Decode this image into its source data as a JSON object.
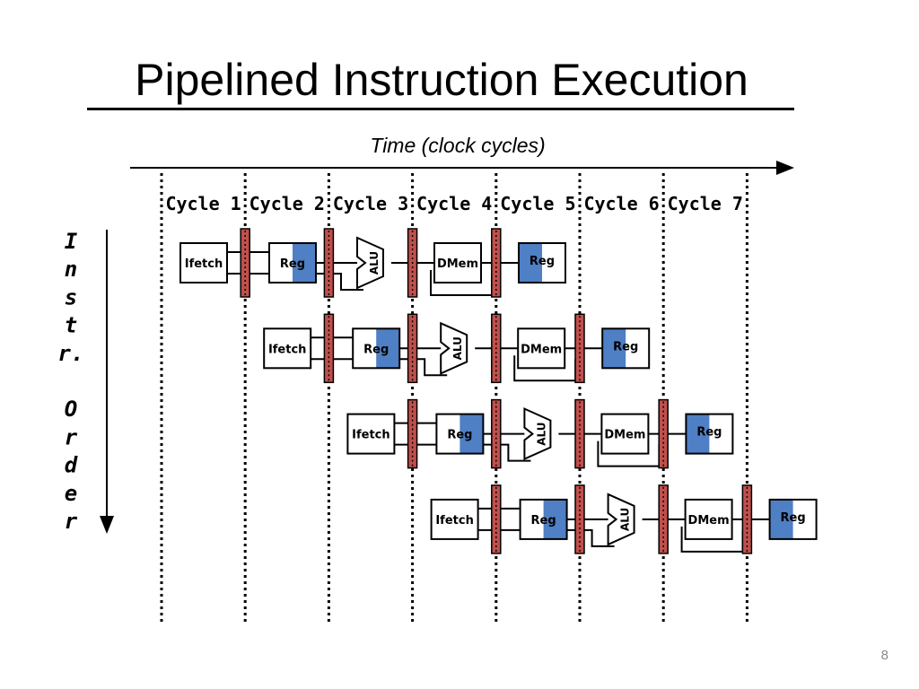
{
  "slide": {
    "title": "Pipelined Instruction Execution",
    "time_axis_label": "Time (clock cycles)",
    "page_number": "8"
  },
  "cycles": [
    "Cycle 1",
    "Cycle 2",
    "Cycle 3",
    "Cycle 4",
    "Cycle 5",
    "Cycle 6",
    "Cycle 7"
  ],
  "order_axis_letters": [
    "I",
    "n",
    "s",
    "t",
    "r.",
    "",
    "O",
    "r",
    "d",
    "e",
    "r"
  ],
  "stage_labels": {
    "fetch": "Ifetch",
    "reg": "Reg",
    "alu": "ALU",
    "mem": "DMem",
    "writeback": "Reg"
  },
  "instruction_count": 4,
  "colors": {
    "pipeline_register": "#c0504d",
    "reg_highlight": "#4f7fc4",
    "ink": "#000000",
    "page_number": "#8a8a8a"
  }
}
